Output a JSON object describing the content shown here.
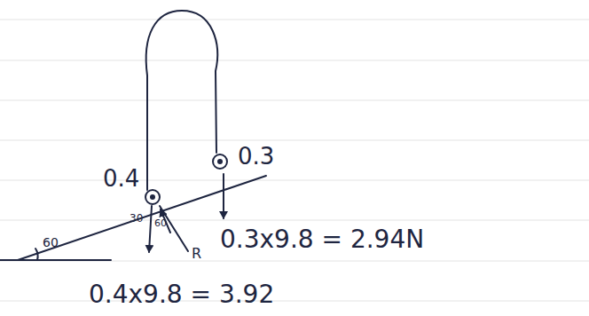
{
  "diagram": {
    "labels": [
      "0.3",
      "0.4",
      "0.3x9.8 = 2.94N",
      "30",
      "60",
      "R",
      "60",
      "0.4x9.8 = 3.92"
    ]
  }
}
